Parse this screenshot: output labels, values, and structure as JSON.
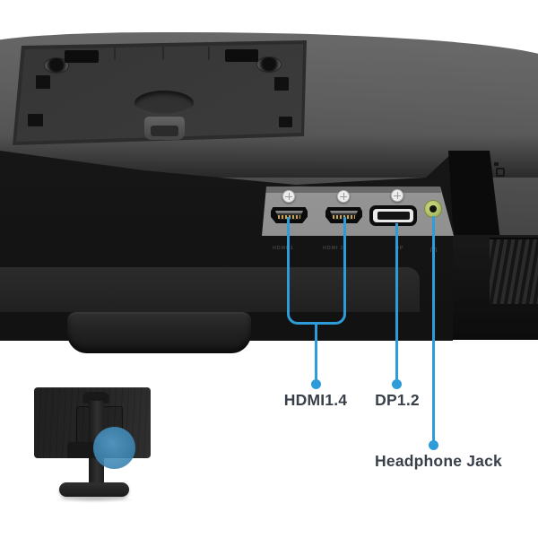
{
  "colors": {
    "background": "#ffffff",
    "accent_blue": "#2e9cd8",
    "label_text": "#3a4049",
    "headphone_jack_green": "#b7c86e"
  },
  "callouts": {
    "hdmi": {
      "label": "HDMI1.4"
    },
    "dp": {
      "label": "DP1.2"
    },
    "headphone": {
      "label": "Headphone Jack"
    }
  },
  "printed_port_labels": {
    "hdmi1": "HDMI 1",
    "hdmi2": "HDMI 2",
    "dp": "DP"
  }
}
